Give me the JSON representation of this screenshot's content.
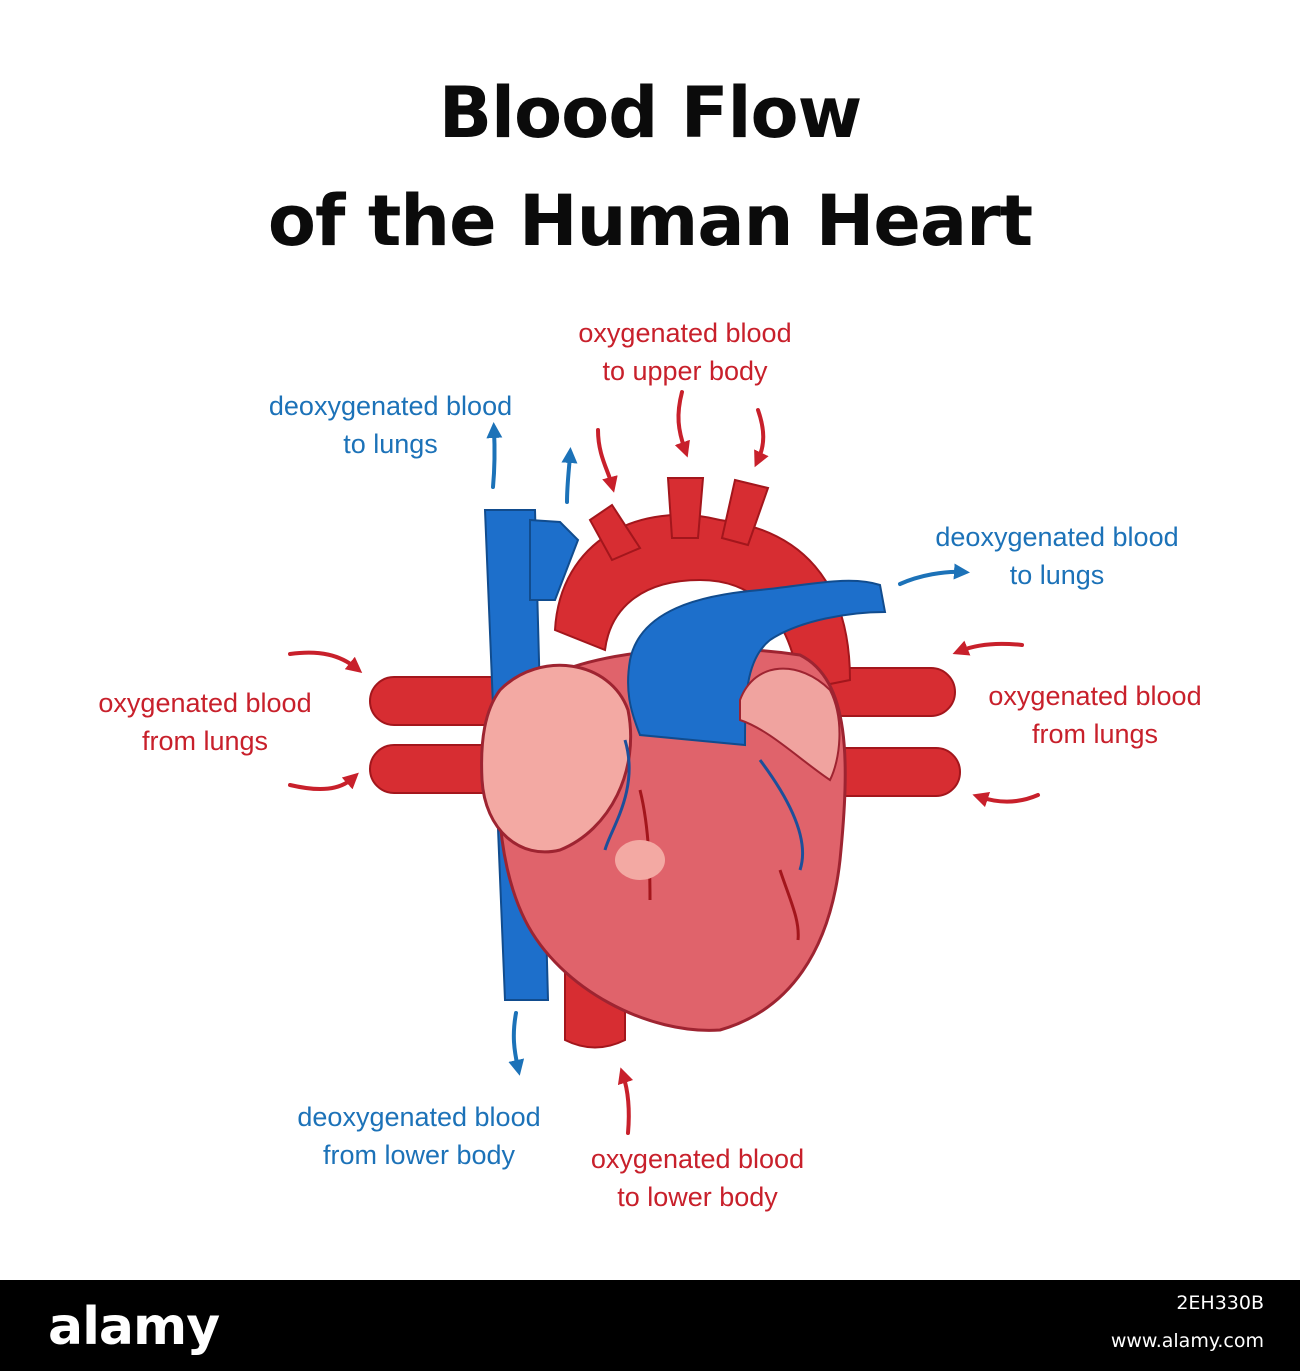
{
  "title": {
    "line1": "Blood Flow",
    "line2": "of the Human Heart"
  },
  "labels": {
    "upper_body": [
      "oxygenated blood",
      "to upper body"
    ],
    "lungs_top_left": [
      "deoxygenated blood",
      "to lungs"
    ],
    "lungs_right_deoxy": [
      "deoxygenated blood",
      "to lungs"
    ],
    "from_lungs_left": [
      "oxygenated blood",
      "from lungs"
    ],
    "from_lungs_right": [
      "oxygenated blood",
      "from lungs"
    ],
    "lower_body_deoxy": [
      "deoxygenated blood",
      "from lower body"
    ],
    "lower_body_oxy": [
      "oxygenated blood",
      "to lower body"
    ]
  },
  "colors": {
    "oxygenated": "#c8202b",
    "deoxygenated": "#1c72b8",
    "heart": "#e0636b",
    "background": "#ffffff"
  },
  "footer": {
    "brand": "alamy",
    "image_id": "2EH330B",
    "url": "www.alamy.com"
  }
}
